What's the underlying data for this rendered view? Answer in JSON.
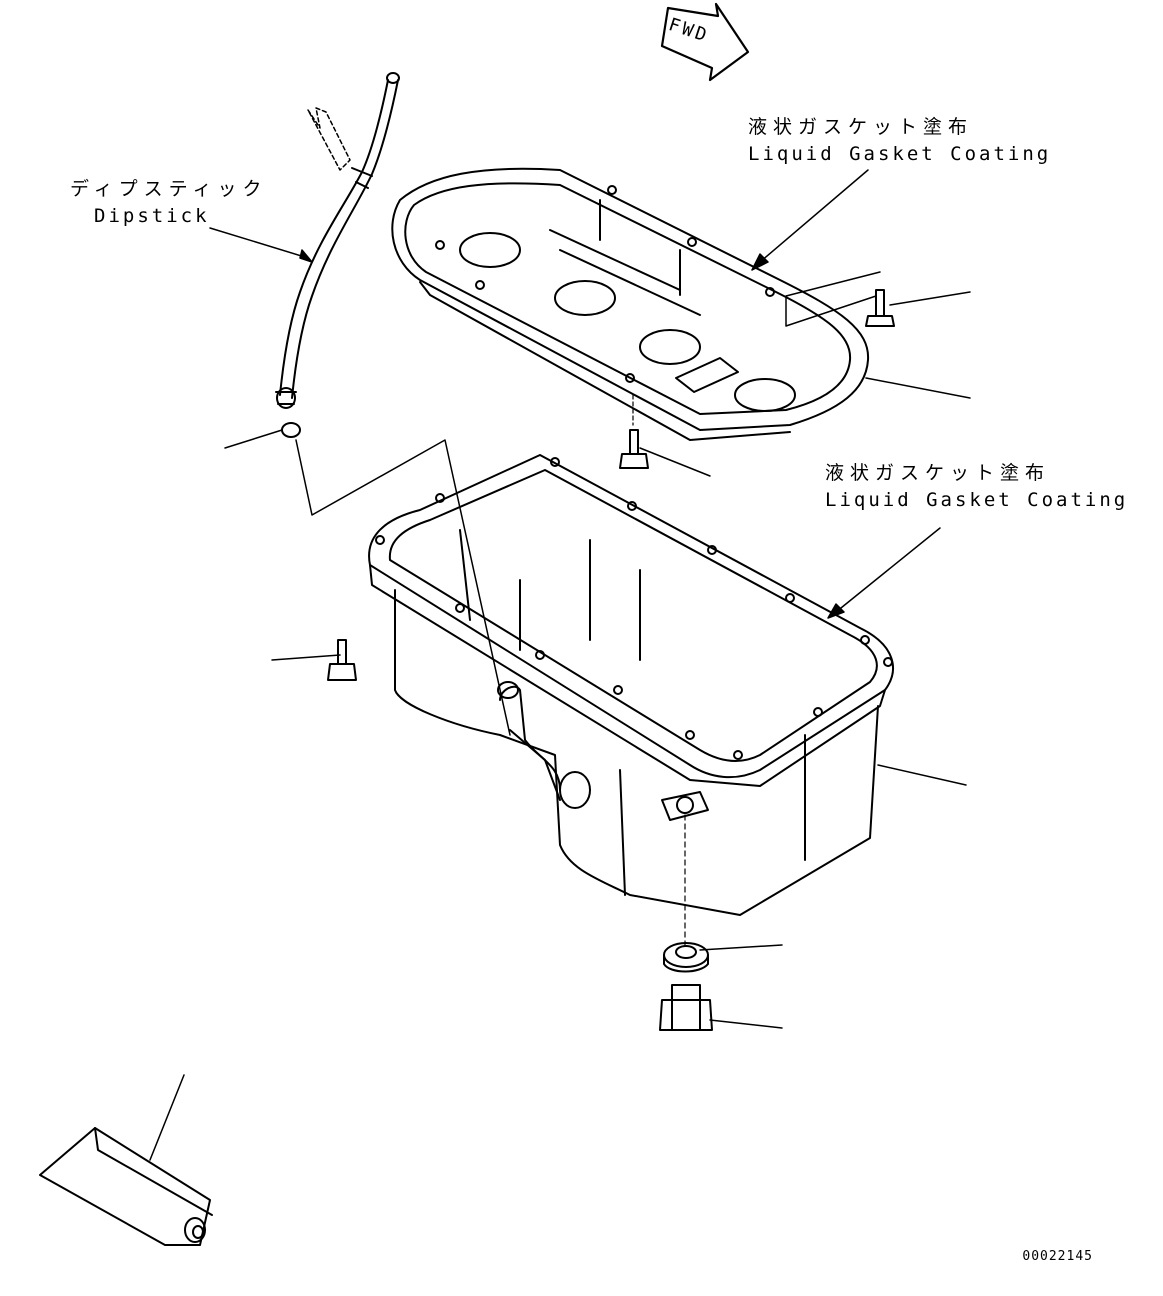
{
  "diagram": {
    "fwd_marker": "FWD",
    "dipstick": {
      "label_jp": "ディプスティック",
      "label_en": "Dipstick"
    },
    "gasket_upper": {
      "label_jp": "液状ガスケット塗布",
      "label_en": "Liquid Gasket Coating"
    },
    "gasket_lower": {
      "label_jp": "液状ガスケット塗布",
      "label_en": "Liquid Gasket Coating"
    },
    "drawing_number": "00022145"
  },
  "colors": {
    "line": "#000000",
    "background": "#ffffff"
  }
}
